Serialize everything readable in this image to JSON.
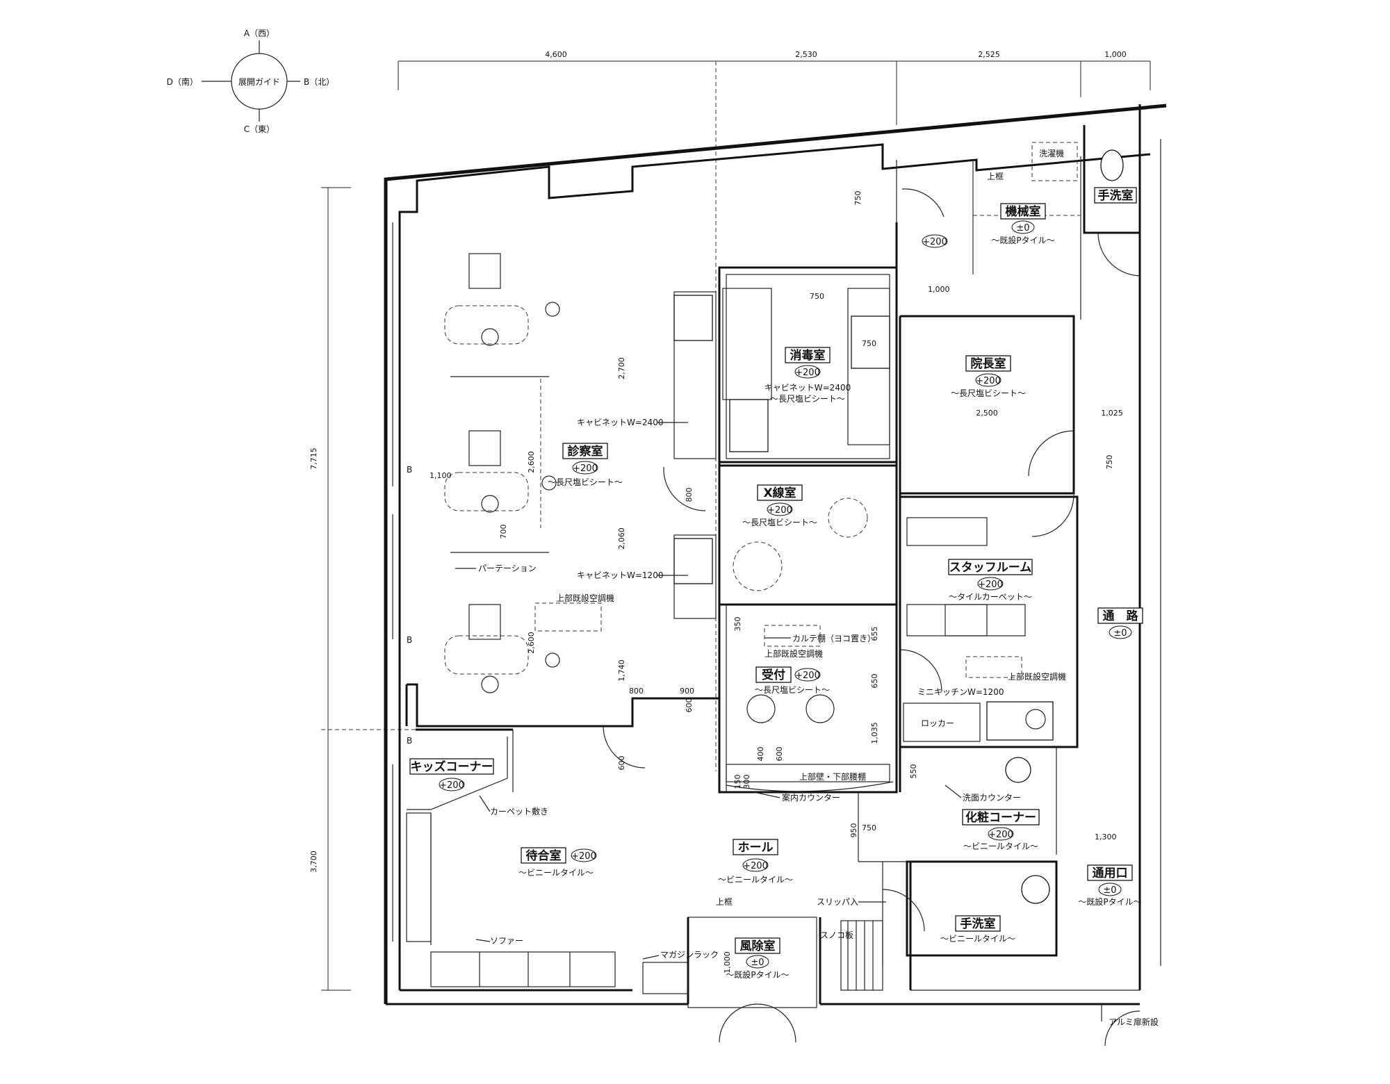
{
  "compass": {
    "center": "展開ガイド",
    "north_top": "A（西）",
    "right": "B（北）",
    "bottom": "C（東）",
    "left": "D（南）"
  },
  "dimensions_top": [
    "4,600",
    "2,530",
    "2,525",
    "1,000"
  ],
  "dimensions_left": [
    "7,715",
    "3,700"
  ],
  "dimensions_misc": [
    {
      "id": "d750a",
      "text": "750"
    },
    {
      "id": "d750b",
      "text": "750"
    },
    {
      "id": "d750c",
      "text": "750"
    },
    {
      "id": "d750d",
      "text": "750"
    },
    {
      "id": "d750e",
      "text": "750"
    },
    {
      "id": "d1000a",
      "text": "1,000"
    },
    {
      "id": "d2500",
      "text": "2,500"
    },
    {
      "id": "d1025",
      "text": "1,025"
    },
    {
      "id": "d2700",
      "text": "2,700"
    },
    {
      "id": "d2600a",
      "text": "2,600"
    },
    {
      "id": "d2600b",
      "text": "2,600"
    },
    {
      "id": "d2060",
      "text": "2,060"
    },
    {
      "id": "d1740",
      "text": "1,740"
    },
    {
      "id": "d1100",
      "text": "1,100"
    },
    {
      "id": "d700",
      "text": "700"
    },
    {
      "id": "d800a",
      "text": "800"
    },
    {
      "id": "d800b",
      "text": "800"
    },
    {
      "id": "d900",
      "text": "900"
    },
    {
      "id": "d600a",
      "text": "600"
    },
    {
      "id": "d600b",
      "text": "600"
    },
    {
      "id": "d600c",
      "text": "600"
    },
    {
      "id": "d350",
      "text": "350"
    },
    {
      "id": "d655",
      "text": "655"
    },
    {
      "id": "d650",
      "text": "650"
    },
    {
      "id": "d1035",
      "text": "1,035"
    },
    {
      "id": "d400",
      "text": "400"
    },
    {
      "id": "d150",
      "text": "150"
    },
    {
      "id": "d300",
      "text": "300"
    },
    {
      "id": "d950",
      "text": "950"
    },
    {
      "id": "d550",
      "text": "550"
    },
    {
      "id": "d1300",
      "text": "1,300"
    },
    {
      "id": "d1000b",
      "text": "1,000"
    }
  ],
  "section_marks": [
    "B",
    "B",
    "B"
  ],
  "rooms": [
    {
      "id": "shinsatsu",
      "name": "診察室",
      "level": "+200",
      "finish": "～長尺塩ビシート～"
    },
    {
      "id": "shodoku",
      "name": "消毒室",
      "level": "+200",
      "finish": "キャビネットW=2400",
      "finish2": "～長尺塩ビシート～"
    },
    {
      "id": "incho",
      "name": "院長室",
      "level": "+200",
      "finish": "～長尺塩ビシート～"
    },
    {
      "id": "xray",
      "name": "X線室",
      "level": "+200",
      "finish": "～長尺塩ビシート～"
    },
    {
      "id": "staff",
      "name": "スタッフルーム",
      "level": "+200",
      "finish": "～タイルカーペット～"
    },
    {
      "id": "uketsuke",
      "name": "受付",
      "level": "+200",
      "finish": "～長尺塩ビシート～"
    },
    {
      "id": "kids",
      "name": "キッズコーナー",
      "level": "+200"
    },
    {
      "id": "machiai",
      "name": "待合室",
      "level": "+200",
      "finish": "～ビニールタイル～"
    },
    {
      "id": "hall",
      "name": "ホール",
      "level": "+200",
      "finish": "～ビニールタイル～"
    },
    {
      "id": "kesho",
      "name": "化粧コーナー",
      "level": "+200",
      "finish": "～ビニールタイル～"
    },
    {
      "id": "tearai2",
      "name": "手洗室",
      "finish": "～ビニールタイル～"
    },
    {
      "id": "fujo",
      "name": "風除室",
      "level": "±0",
      "finish": "～既設Pタイル～"
    },
    {
      "id": "kikai",
      "name": "機械室",
      "level": "±0",
      "finish": "～既設Pタイル～"
    },
    {
      "id": "tearai1",
      "name": "手洗室"
    },
    {
      "id": "tsuro",
      "name": "通　路",
      "level": "±0"
    },
    {
      "id": "tsuyoguchi",
      "name": "通用口",
      "level": "±0",
      "finish": "～既設Pタイル～"
    },
    {
      "id": "corridor_top",
      "level": "+200"
    }
  ],
  "notes": {
    "cabinet_2400": "キャビネットW=2400",
    "cabinet_1200": "キャビネットW=1200",
    "partition": "パーテーション",
    "aircon_left": "上部既設空調機",
    "karte": "カルテ棚（ヨコ置き）",
    "aircon_reception": "上部既設空調機",
    "aircon_staff": "上部既設空調機",
    "kitchen": "ミニキッチンW=1200",
    "locker": "ロッカー",
    "wall_shelf": "上部壁・下部腰棚",
    "guide_counter": "案内カウンター",
    "wash_counter": "洗面カウンター",
    "carpet": "カーペット敷き",
    "sofa": "ソファー",
    "magazine": "マガジンラック",
    "sunoko": "スノコ板",
    "slipper": "スリッパ入",
    "joukamachi1": "上框",
    "joukamachi2": "上框",
    "sentakuki": "洗濯機",
    "alumi": "アルミ扉新設"
  }
}
